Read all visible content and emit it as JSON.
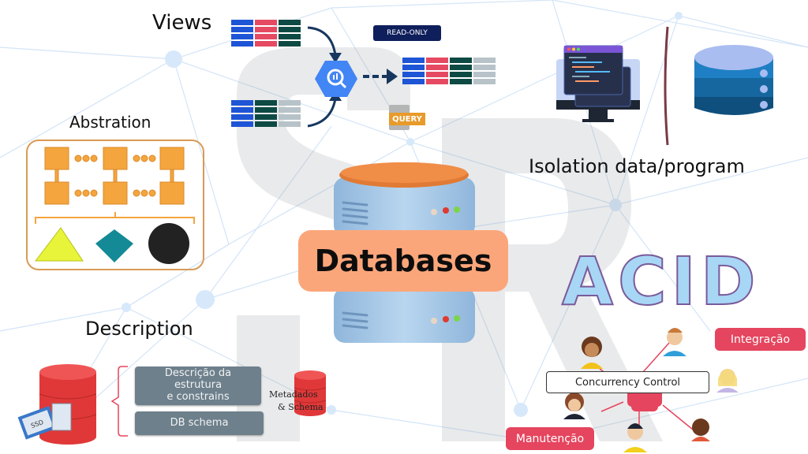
{
  "colors": {
    "title_box": "#fba67a",
    "accent_red": "#e5455e",
    "table_blue": "#1e55d6",
    "table_red": "#e54a62",
    "table_green": "#0e4a44",
    "table_grey": "#b7c3c9",
    "read_only_bg": "#0f1f5c",
    "query_badge": "#e89a2a",
    "abstraction_orange": "#f5a53d",
    "greybox": "#6d808c"
  },
  "center": {
    "title": "Databases",
    "icon": "database-server-icon"
  },
  "views": {
    "heading": "Views",
    "read_only_label": "READ-ONLY",
    "query_label": "QUERY",
    "icon": "bigquery-hexagon-icon"
  },
  "abstraction": {
    "heading": "Abstration",
    "shapes": [
      "triangle",
      "diamond",
      "circle"
    ]
  },
  "isolation": {
    "heading": "Isolation data/program",
    "icons": [
      "code-monitor-icon",
      "database-stack-icon"
    ]
  },
  "acid": {
    "heading": "ACID",
    "concurrency_label": "Concurrency Control",
    "tags": [
      "Integração",
      "Manutenção"
    ]
  },
  "description": {
    "heading": "Description",
    "box1": "Descrição da\nestrutura\ne constrains",
    "box2": "DB schema",
    "side_note_line1": "Metadados",
    "side_note_line2": "& Schema",
    "ssd_label": "SSD"
  }
}
